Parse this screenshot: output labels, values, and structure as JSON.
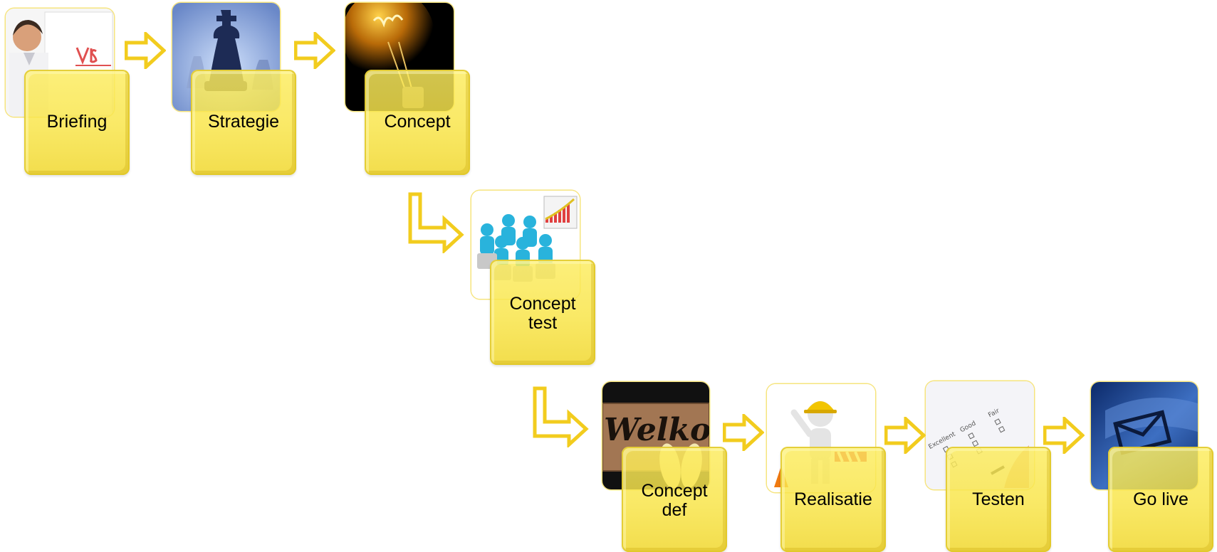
{
  "diagram": {
    "accent_color": "#F5D320",
    "steps": [
      {
        "label": "Briefing",
        "icon": "vision-presenter-icon"
      },
      {
        "label": "Strategie",
        "icon": "chess-king-icon"
      },
      {
        "label": "Concept",
        "icon": "idea-lightbulb-icon"
      },
      {
        "label": "Concept\ntest",
        "icon": "audience-presentation-icon"
      },
      {
        "label": "Concept\ndef",
        "icon": "welcome-mat-icon"
      },
      {
        "label": "Realisatie",
        "icon": "construction-worker-icon"
      },
      {
        "label": "Testen",
        "icon": "checklist-survey-icon"
      },
      {
        "label": "Go live",
        "icon": "envelope-key-icon"
      }
    ]
  }
}
